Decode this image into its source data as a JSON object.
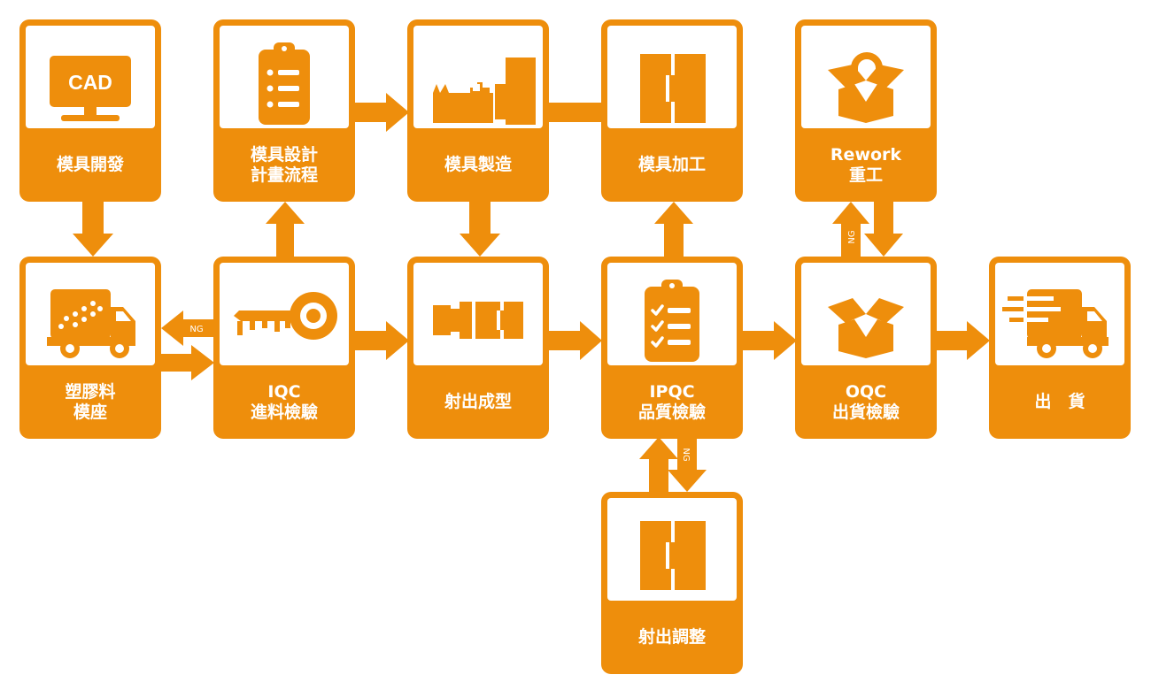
{
  "colors": {
    "accent": "#ee8e0c",
    "panel": "#ffffff"
  },
  "steps": {
    "mold_dev": {
      "lines": [
        "模具開發"
      ],
      "icon": "monitor-cad-icon",
      "icon_text": "CAD"
    },
    "mold_design": {
      "lines": [
        "模具設計",
        "計畫流程"
      ],
      "icon": "clipboard-list-icon"
    },
    "mold_mfg": {
      "lines": [
        "模具製造"
      ],
      "icon": "mold-machining-icon"
    },
    "mold_proc": {
      "lines": [
        "模具加工"
      ],
      "icon": "mold-halves-icon"
    },
    "rework": {
      "lines": [
        "Rework",
        "重工"
      ],
      "icon": "open-box-lock-icon"
    },
    "resin_base": {
      "lines": [
        "塑膠料",
        "模座"
      ],
      "icon": "material-truck-icon"
    },
    "iqc": {
      "lines": [
        "IQC",
        "進料檢驗"
      ],
      "icon": "inspection-key-icon"
    },
    "injection": {
      "lines": [
        "射出成型"
      ],
      "icon": "injection-press-icon"
    },
    "ipqc": {
      "lines": [
        "IPQC",
        "品質檢驗"
      ],
      "icon": "checklist-clipboard-icon"
    },
    "oqc": {
      "lines": [
        "OQC",
        "出貨檢驗"
      ],
      "icon": "open-box-icon"
    },
    "shipping": {
      "lines": [
        "出　貨"
      ],
      "icon": "delivery-truck-icon"
    },
    "adjust": {
      "lines": [
        "射出調整"
      ],
      "icon": "mold-halves-icon"
    }
  },
  "arrow_labels": {
    "iqc_reject": "NG",
    "oqc_reject": "NG",
    "ipqc_reject": "NG"
  }
}
